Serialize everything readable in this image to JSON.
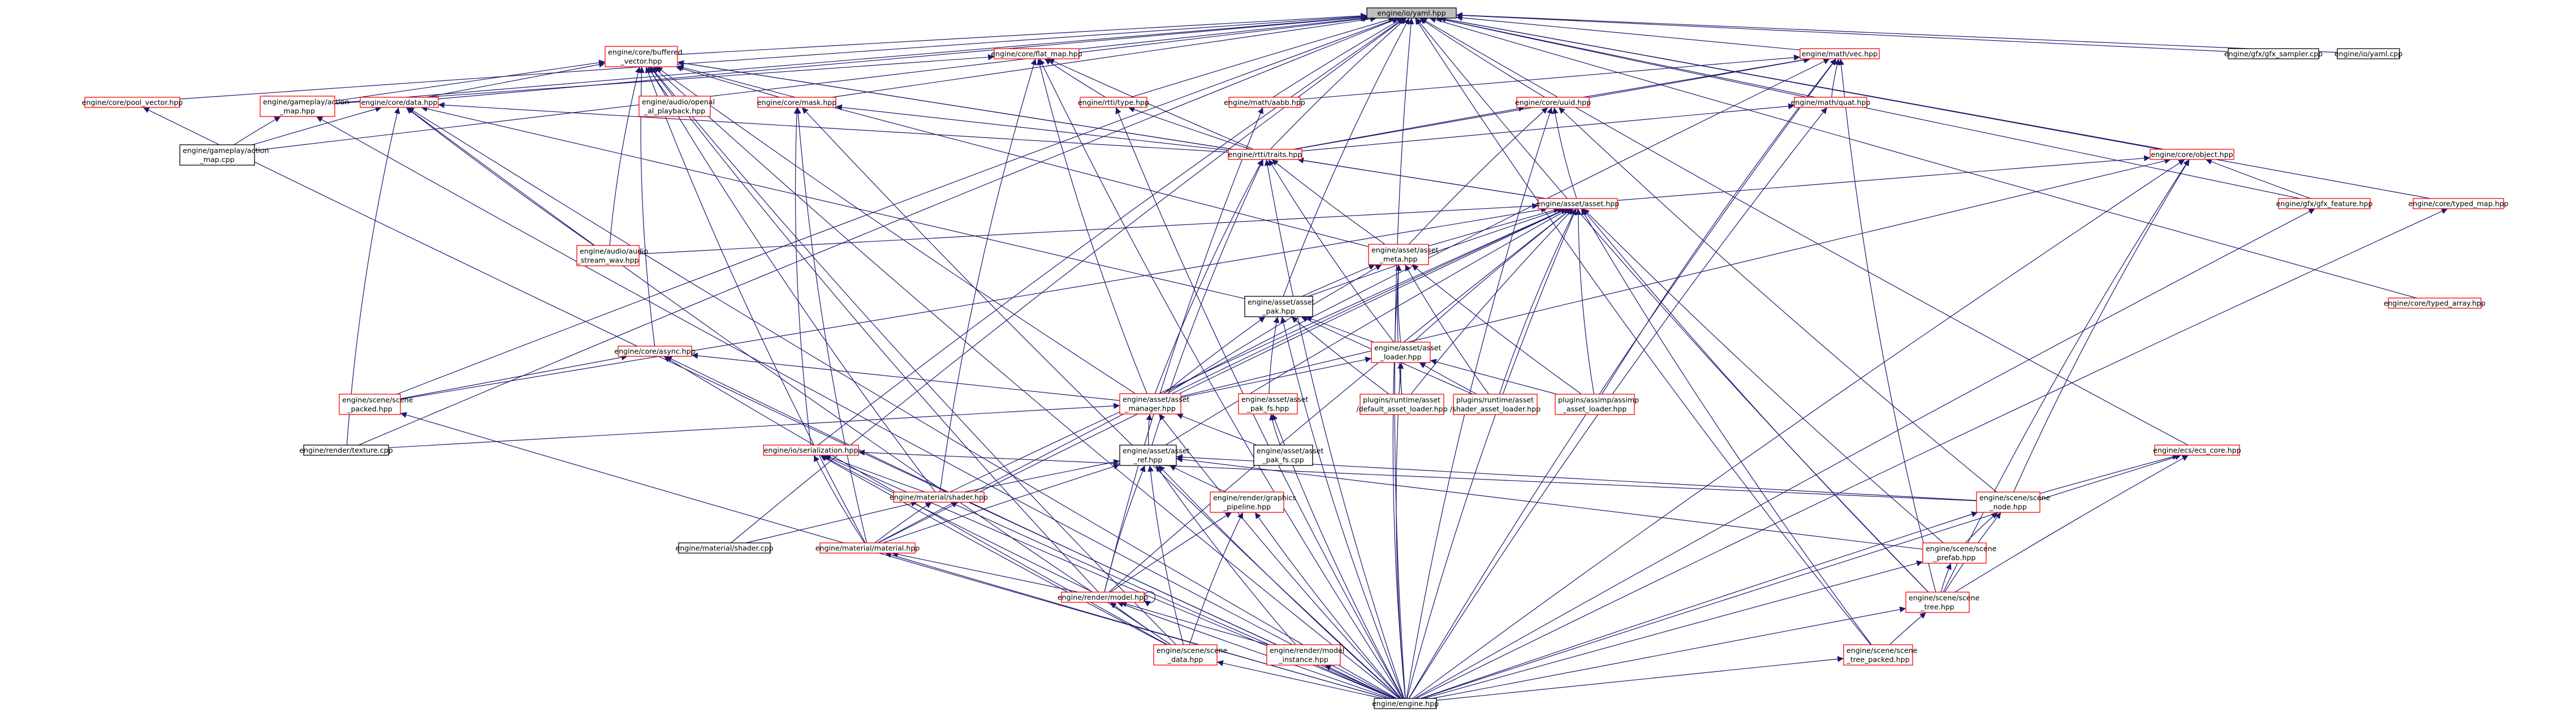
{
  "colors": {
    "background": "#ffffff",
    "edge": "#191970",
    "node_default_border": "#000000",
    "node_red_border": "#ff0000",
    "node_root_fill": "#bfbfbf"
  },
  "nodes": [
    {
      "id": "yaml",
      "lines": [
        "engine/io/yaml.hpp"
      ],
      "style": "root"
    },
    {
      "id": "buffered_vector",
      "lines": [
        "engine/core/buffered",
        "_vector.hpp"
      ],
      "style": "red"
    },
    {
      "id": "flat_map",
      "lines": [
        "engine/core/flat_map.hpp"
      ],
      "style": "red"
    },
    {
      "id": "vec",
      "lines": [
        "engine/math/vec.hpp"
      ],
      "style": "red"
    },
    {
      "id": "gfx_sampler",
      "lines": [
        "engine/gfx/gfx_sampler.cpp"
      ],
      "style": "black"
    },
    {
      "id": "io_yaml_cpp",
      "lines": [
        "engine/io/yaml.cpp"
      ],
      "style": "black"
    },
    {
      "id": "pool_vector",
      "lines": [
        "engine/core/pool_vector.hpp"
      ],
      "style": "red"
    },
    {
      "id": "action_map_hpp",
      "lines": [
        "engine/gameplay/action",
        "_map.hpp"
      ],
      "style": "red"
    },
    {
      "id": "data",
      "lines": [
        "engine/core/data.hpp"
      ],
      "style": "red"
    },
    {
      "id": "openal",
      "lines": [
        "engine/audio/openal",
        "_al_playback.hpp"
      ],
      "style": "red"
    },
    {
      "id": "mask",
      "lines": [
        "engine/core/mask.hpp"
      ],
      "style": "red"
    },
    {
      "id": "rtti_type",
      "lines": [
        "engine/rtti/type.hpp"
      ],
      "style": "red"
    },
    {
      "id": "aabb",
      "lines": [
        "engine/math/aabb.hpp"
      ],
      "style": "red"
    },
    {
      "id": "uuid",
      "lines": [
        "engine/core/uuid.hpp"
      ],
      "style": "red"
    },
    {
      "id": "quat",
      "lines": [
        "engine/math/quat.hpp"
      ],
      "style": "red"
    },
    {
      "id": "object",
      "lines": [
        "engine/core/object.hpp"
      ],
      "style": "red"
    },
    {
      "id": "action_map_cpp",
      "lines": [
        "engine/gameplay/action",
        "_map.cpp"
      ],
      "style": "black"
    },
    {
      "id": "traits",
      "lines": [
        "engine/rtti/traits.hpp"
      ],
      "style": "red"
    },
    {
      "id": "asset",
      "lines": [
        "engine/asset/asset.hpp"
      ],
      "style": "red"
    },
    {
      "id": "gfx_feature",
      "lines": [
        "engine/gfx/gfx_feature.hpp"
      ],
      "style": "red"
    },
    {
      "id": "typed_map",
      "lines": [
        "engine/core/typed_map.hpp"
      ],
      "style": "red"
    },
    {
      "id": "stream_wav",
      "lines": [
        "engine/audio/audio",
        "_stream_wav.hpp"
      ],
      "style": "red"
    },
    {
      "id": "asset_meta",
      "lines": [
        "engine/asset/asset",
        "_meta.hpp"
      ],
      "style": "red"
    },
    {
      "id": "typed_array",
      "lines": [
        "engine/core/typed_array.hpp"
      ],
      "style": "red"
    },
    {
      "id": "asset_pak",
      "lines": [
        "engine/asset/asset",
        "_pak.hpp"
      ],
      "style": "black"
    },
    {
      "id": "async",
      "lines": [
        "engine/core/async.hpp"
      ],
      "style": "red"
    },
    {
      "id": "asset_loader",
      "lines": [
        "engine/asset/asset",
        "_loader.hpp"
      ],
      "style": "red"
    },
    {
      "id": "scene_packed",
      "lines": [
        "engine/scene/scene",
        "_packed.hpp"
      ],
      "style": "red"
    },
    {
      "id": "asset_manager",
      "lines": [
        "engine/asset/asset",
        "_manager.hpp"
      ],
      "style": "red"
    },
    {
      "id": "asset_pak_fs",
      "lines": [
        "engine/asset/asset",
        "_pak_fs.hpp"
      ],
      "style": "red"
    },
    {
      "id": "default_asset_loader",
      "lines": [
        "plugins/runtime/asset",
        "/default_asset_loader.hpp"
      ],
      "style": "red"
    },
    {
      "id": "shader_asset_loader",
      "lines": [
        "plugins/runtime/asset",
        "/shader_asset_loader.hpp"
      ],
      "style": "red"
    },
    {
      "id": "assimp_loader",
      "lines": [
        "plugins/assimp/assimp",
        "_asset_loader.hpp"
      ],
      "style": "red"
    },
    {
      "id": "render_texture",
      "lines": [
        "engine/render/texture.cpp"
      ],
      "style": "black"
    },
    {
      "id": "asset_pak_fs_cpp",
      "lines": [
        "engine/asset/asset",
        "_pak_fs.cpp"
      ],
      "style": "black"
    },
    {
      "id": "ecs_core",
      "lines": [
        "engine/ecs/ecs_core.hpp"
      ],
      "style": "red"
    },
    {
      "id": "serialization",
      "lines": [
        "engine/io/serialization.hpp"
      ],
      "style": "red"
    },
    {
      "id": "asset_ref",
      "lines": [
        "engine/asset/asset",
        "_ref.hpp"
      ],
      "style": "black"
    },
    {
      "id": "shader_hpp",
      "lines": [
        "engine/material/shader.hpp"
      ],
      "style": "red"
    },
    {
      "id": "graphics_pipeline",
      "lines": [
        "engine/render/graphics",
        "_pipeline.hpp"
      ],
      "style": "red"
    },
    {
      "id": "scene_node",
      "lines": [
        "engine/scene/scene",
        "_node.hpp"
      ],
      "style": "red"
    },
    {
      "id": "shader_cpp",
      "lines": [
        "engine/material/shader.cpp"
      ],
      "style": "black"
    },
    {
      "id": "material",
      "lines": [
        "engine/material/material.hpp"
      ],
      "style": "red"
    },
    {
      "id": "scene_prefab",
      "lines": [
        "engine/scene/scene",
        "_prefab.hpp"
      ],
      "style": "red"
    },
    {
      "id": "model",
      "lines": [
        "engine/render/model.hpp"
      ],
      "style": "red"
    },
    {
      "id": "scene_tree",
      "lines": [
        "engine/scene/scene",
        "_tree.hpp"
      ],
      "style": "red"
    },
    {
      "id": "scene_data",
      "lines": [
        "engine/scene/scene",
        "_data.hpp"
      ],
      "style": "red"
    },
    {
      "id": "model_instance",
      "lines": [
        "engine/render/model",
        "_instance.hpp"
      ],
      "style": "red"
    },
    {
      "id": "tree_packed",
      "lines": [
        "engine/scene/scene",
        "_tree_packed.hpp"
      ],
      "style": "red"
    },
    {
      "id": "engine",
      "lines": [
        "engine/engine.hpp"
      ],
      "style": "black"
    }
  ]
}
